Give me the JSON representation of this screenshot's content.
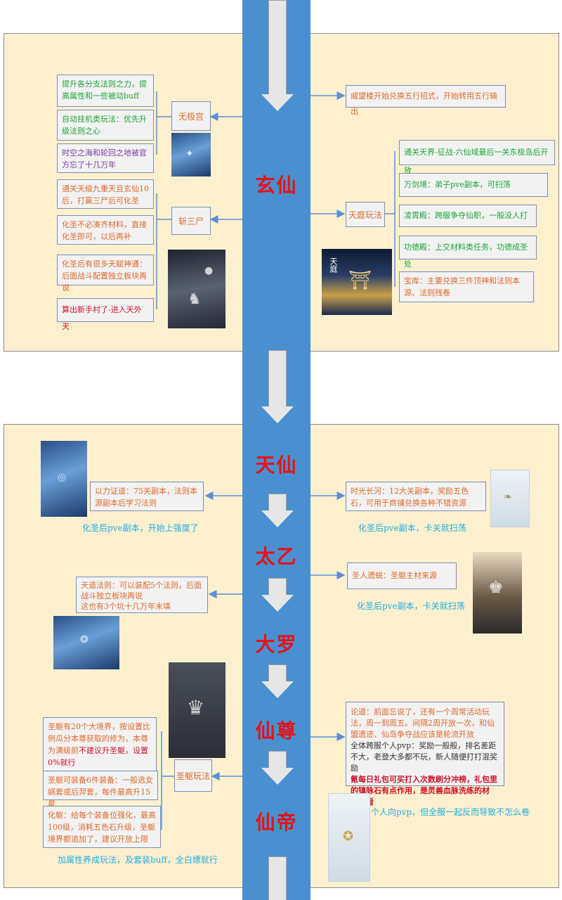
{
  "stages": [
    "玄仙",
    "天仙",
    "太乙",
    "大罗",
    "仙尊",
    "仙帝"
  ],
  "top": {
    "left_hub_1": "无极宫",
    "left_hub_2": "斩三尸",
    "left_boxes_1": [
      "提升各分支法则之力，提高属性和一些被动buff",
      "自动挂机类玩法：优先升级法则之心",
      "时空之海和轮回之地被官方忘了十几万年"
    ],
    "left_boxes_2": [
      "通关天级九重天且玄仙10后，打赢三尸后可化圣",
      "化圣不必凑齐材料，直接化圣即可，以后再补",
      "化圣后有很多天赋神通：后面战斗配置独立板块再说",
      "算出新手村了-进入天外天"
    ],
    "right_top_box": "威望楼开始兑换五行招式，开始转用五行输出",
    "right_hub": "天庭玩法",
    "right_boxes": [
      "通关天界-征战-六仙域最后一关东极岛后开放",
      "万剑境：弟子pve副本，可扫荡",
      "凌霄殿：跨服争夺仙职，一般没人打",
      "功德殿：上交材料类任务，功德成圣处",
      "宝库：主要兑换三件顶神和法则本源、法则残卷"
    ],
    "palace_label": "天庭"
  },
  "bottom": {
    "left_box_1": "以力证道：75关副本，法则本源副本后学习法则",
    "left_caption_1": "化圣后pve副本，开始上强度了",
    "left_box_2": "天道法则：可以装配5个法则，后面战斗独立板块再说\n这也有3个坑十几万年未填",
    "hub_body": "圣躯玩法",
    "body_box_1_pre": "圣躯有20个大境界，按设置比例瓜分本尊获取的修为，本尊为满级前",
    "body_box_1_red": "不建议升圣躯，设置0%就行",
    "body_box_2": "圣躯可装备6件装备：一般选女娲套或后羿套，每件最高升15星",
    "body_box_3": "化躯：给每个装备位强化，最高100级，消耗五色石升级，圣躯境界都追加了，建议开放上限",
    "left_caption_2": "加属性养成玩法，及套装buff，全白嫖就行",
    "right_box_1": "时光长河：12大关副本，奖励五色石，可用于商铺兑换各种不错资源",
    "right_caption_1": "化圣后pve副本，卡关就扫荡",
    "right_box_2": "圣人遗蜕：圣躯主材来源",
    "right_caption_2": "化圣后pve副本，卡关就扫荡",
    "right_box_3_orange": "论道：前面忘说了，还有一个周常活动玩法，周一到周五。间隔2周开放一次，和仙盟遗迹、仙岛争夺战应该是轮流开放",
    "right_box_3_grey": "全体跨服个人pvp：奖励一般般，排名差距不大，老登大多都不玩，新人随便打打混奖励",
    "right_box_3_red": "氪每日礼包可买打入次数刷分冲榜，礼包里的镇脉石有点作用，是灵兽血脉洗练的材料，看",
    "right_caption_3": "个人向pvp，但全服一起反而导致不怎么卷"
  },
  "colors": {
    "spine": "#4a90d0",
    "panel": "#fdf0cf",
    "stage_text": "#e8101a",
    "connector": "#5b8fd6"
  }
}
